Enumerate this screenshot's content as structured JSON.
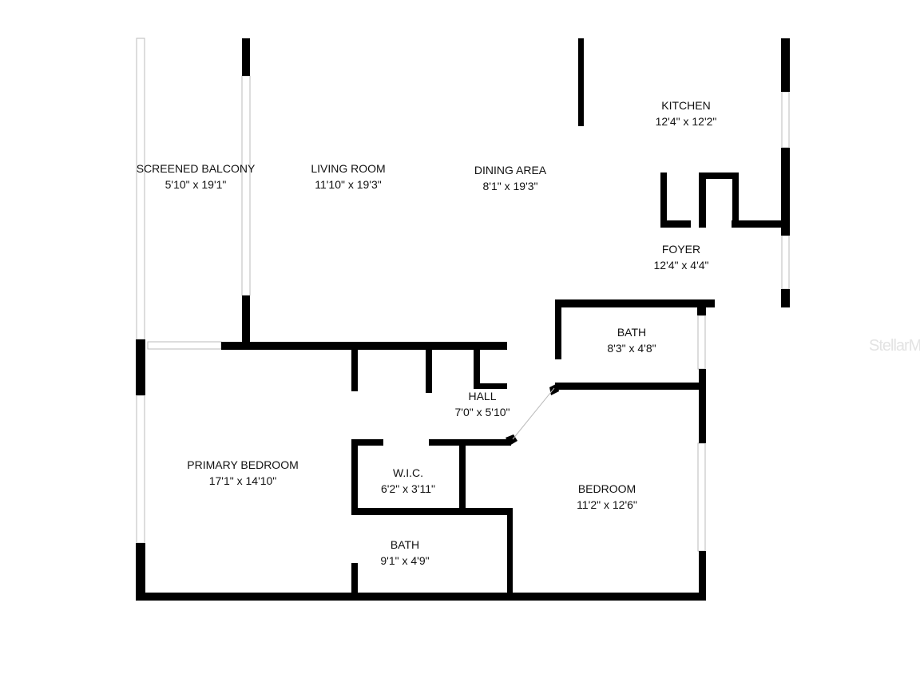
{
  "rooms": [
    {
      "name": "SCREENED BALCONY",
      "dims": "5'10\" x 19'1\""
    },
    {
      "name": "LIVING ROOM",
      "dims": "11'10\" x 19'3\""
    },
    {
      "name": "DINING AREA",
      "dims": "8'1\" x 19'3\""
    },
    {
      "name": "KITCHEN",
      "dims": "12'4\" x 12'2\""
    },
    {
      "name": "FOYER",
      "dims": "12'4\" x 4'4\""
    },
    {
      "name": "BATH",
      "dims": "8'3\" x 4'8\""
    },
    {
      "name": "HALL",
      "dims": "7'0\" x 5'10\""
    },
    {
      "name": "PRIMARY BEDROOM",
      "dims": "17'1\" x 14'10\""
    },
    {
      "name": "W.I.C.",
      "dims": "6'2\" x 3'11\""
    },
    {
      "name": "BEDROOM",
      "dims": "11'2\" x 12'6\""
    },
    {
      "name": "BATH",
      "dims": "9'1\" x 4'9\""
    }
  ],
  "watermark": "StellarMLS"
}
